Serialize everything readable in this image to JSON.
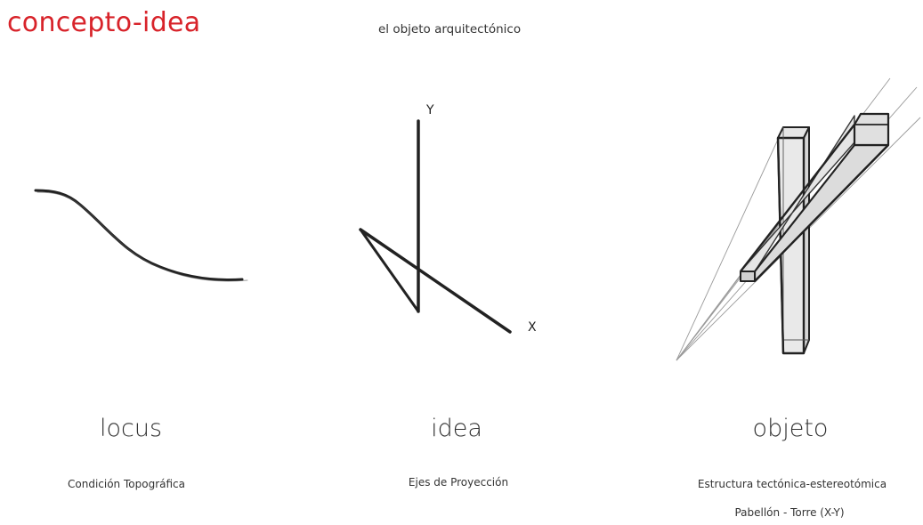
{
  "header": {
    "title": "concepto-idea",
    "subtitle": "el objeto arquitectónico"
  },
  "columns": [
    {
      "label": "locus",
      "caption": "Condición Topográfica"
    },
    {
      "label": "idea",
      "caption": "Ejes de Proyección",
      "axes": {
        "y": "Y",
        "x": "X"
      }
    },
    {
      "label": "objeto",
      "caption": "Estructura tectónica-estereotómica",
      "caption2": "Pabellón - Torre (X-Y)"
    }
  ],
  "colors": {
    "accent": "#d8232a",
    "ink": "#222222",
    "prism_fill": "#e6e6e6"
  }
}
